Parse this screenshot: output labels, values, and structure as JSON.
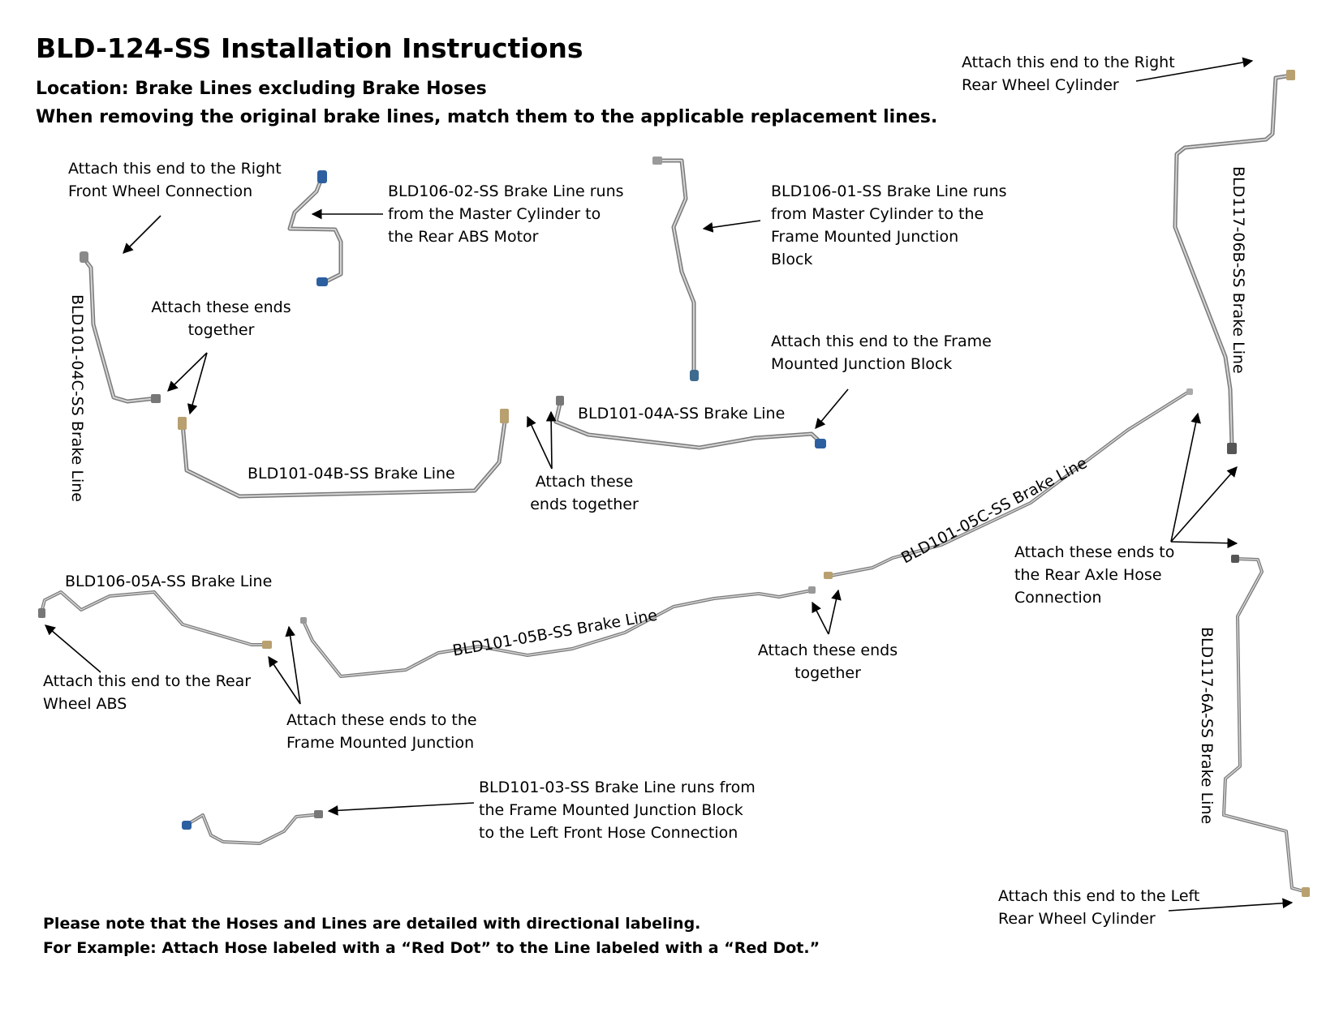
{
  "header": {
    "title": "BLD-124-SS Installation Instructions",
    "location": "Location: Brake Lines excluding Brake Hoses",
    "instruction": "When removing the original brake lines, match them to the applicable replacement lines."
  },
  "callouts": {
    "right_front": [
      "Attach this end to the Right",
      "Front Wheel Connection"
    ],
    "bld106_02": [
      "BLD106-02-SS Brake Line runs",
      "from the Master Cylinder to",
      "the Rear ABS Motor"
    ],
    "bld106_01": [
      "BLD106-01-SS Brake Line runs",
      "from Master Cylinder to the",
      "Frame Mounted Junction",
      "Block"
    ],
    "right_rear": [
      "Attach this end to the Right",
      "Rear Wheel Cylinder"
    ],
    "together_1": [
      "Attach these ends",
      "together"
    ],
    "frame_junction_block": [
      "Attach this end to the Frame",
      "Mounted Junction Block"
    ],
    "together_2": [
      "Attach these",
      "ends together"
    ],
    "rear_axle": [
      "Attach these ends to",
      "the Rear Axle Hose",
      "Connection"
    ],
    "rear_wheel_abs": [
      "Attach this end to the Rear",
      "Wheel ABS"
    ],
    "frame_junction": [
      "Attach these ends to the",
      "Frame Mounted Junction"
    ],
    "together_3": [
      "Attach these ends",
      "together"
    ],
    "bld101_03": [
      "BLD101-03-SS Brake Line runs from",
      "the Frame Mounted Junction Block",
      "to the Left Front Hose Connection"
    ],
    "left_rear": [
      "Attach this end to the Left",
      "Rear Wheel Cylinder"
    ]
  },
  "line_labels": {
    "bld101_04c": "BLD101-04C-SS Brake Line",
    "bld101_04b": "BLD101-04B-SS Brake Line",
    "bld101_04a": "BLD101-04A-SS Brake Line",
    "bld117_06b": "BLD117-06B-SS Brake Line",
    "bld101_05c": "BLD101-05C-SS Brake Line",
    "bld106_05a": "BLD106-05A-SS Brake Line",
    "bld101_05b": "BLD101-05B-SS Brake Line",
    "bld117_6a": "BLD117-6A-SS Brake Line"
  },
  "footer": {
    "note_1": "Please note that the Hoses and Lines are detailed with directional labeling.",
    "note_2": "For Example: Attach Hose labeled with a “Red Dot” to the Line labeled with a “Red Dot.”"
  }
}
